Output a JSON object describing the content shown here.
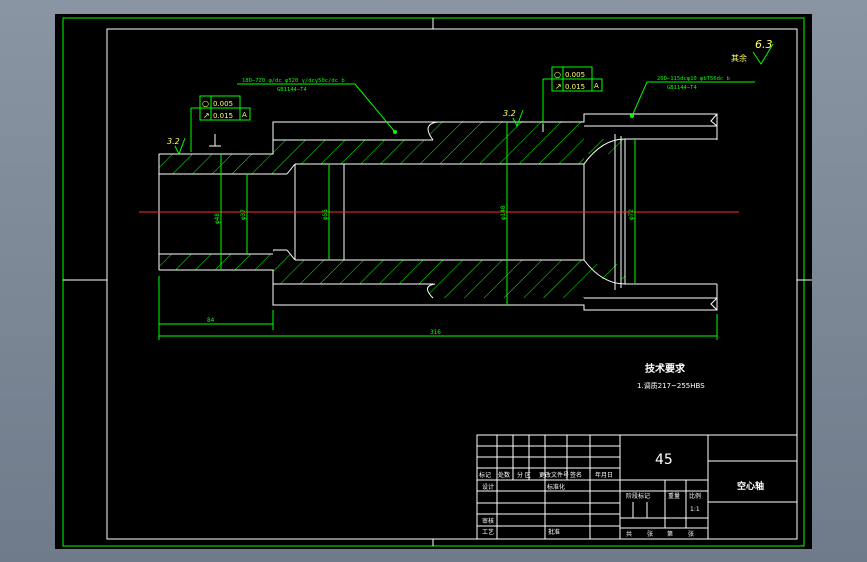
{
  "drawing": {
    "roughness_symbol_main": "6.3",
    "roughness_symbol_main_label": "其余",
    "roughness_left": "3.2",
    "roughness_mid": "3.2",
    "tol_left_circ": "0.005",
    "tol_left_runout": "0.015",
    "datum_left": "A",
    "tol_mid_circ": "0.005",
    "tol_mid_runout": "0.015",
    "datum_mid": "A",
    "note_spline_left_1": "18D−7Z0 φ/dc φ520 γ/dcγ50c/dc b",
    "note_spline_left_2": "GB1144−T4",
    "note_spline_right_1": "20D−115dcφ10 φbT56dc b",
    "note_spline_right_2": "GB1144−T4",
    "dim_left_len": "84",
    "dim_total_len": "316",
    "dim_d1": "φ48",
    "dim_d2": "φ37",
    "dim_d3": "φ55",
    "dim_d4": "φ140",
    "dim_d5": "φ72",
    "tech_title": "技术要求",
    "tech_note": "1.调质217~255HBS"
  },
  "title_block": {
    "material": "45",
    "part_name": "空心轴",
    "scale": "1:1",
    "h_mark": "标记",
    "h_count": "处数",
    "h_zone": "分 区",
    "h_docno": "更改文件号",
    "h_sign": "签名",
    "h_date": "年月日",
    "r_design": "设计",
    "r_std": "标准化",
    "r_check": "审核",
    "r_process": "工艺",
    "r_approve": "批准",
    "c_stage": "阶段标记",
    "c_weight": "重量",
    "c_scale": "比例",
    "c_sheet": "共",
    "c_sheet2": "张",
    "c_page": "第",
    "c_page2": "张"
  }
}
